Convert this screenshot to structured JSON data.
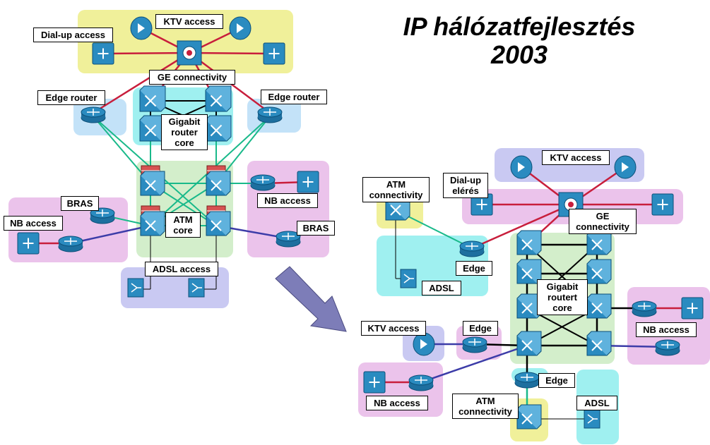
{
  "title": {
    "line1": "IP  hálózatfejlesztés",
    "line2": "2003"
  },
  "colors": {
    "yellow_region": "#f0f09a",
    "cyan_region": "#9ff0f0",
    "lightblue_region": "#c3e2f8",
    "green_region": "#d3eecb",
    "pink_region": "#ebc3eb",
    "lavender_region": "#c9c9f2",
    "device_blue": "#2a8bc0",
    "red_link": "#c81e3c",
    "green_link": "#19b98a",
    "blue_link": "#3c3ca8",
    "black_link": "#000000",
    "arrow_fill": "#7d7db8"
  },
  "left_network": {
    "labels": {
      "ktv_access": "KTV access",
      "dialup_access": "Dial-up access",
      "ge_connectivity": "GE connectivity",
      "edge_router_left": "Edge router",
      "edge_router_right": "Edge router",
      "gigabit_core": "Gigabit\nrouter\ncore",
      "bras_left": "BRAS",
      "nb_access_left": "NB access",
      "atm_core": "ATM\ncore",
      "nb_access_right": "NB access",
      "bras_right": "BRAS",
      "adsl_access": "ADSL access"
    }
  },
  "right_network": {
    "labels": {
      "ktv_access_top": "KTV access",
      "dialup_eleres": "Dial-up\nelérés",
      "atm_connectivity_top": "ATM\nconnectivity",
      "ge_connectivity": "GE\nconnectivity",
      "edge_top": "Edge",
      "adsl_top": "ADSL",
      "gigabit_routert_core": "Gigabit\nroutert\ncore",
      "nb_access_right": "NB access",
      "ktv_access_left": "KTV access",
      "edge_left": "Edge",
      "nb_access_left": "NB access",
      "edge_bottom": "Edge",
      "atm_connectivity_bottom": "ATM\nconnectivity",
      "adsl_bottom": "ADSL"
    }
  }
}
